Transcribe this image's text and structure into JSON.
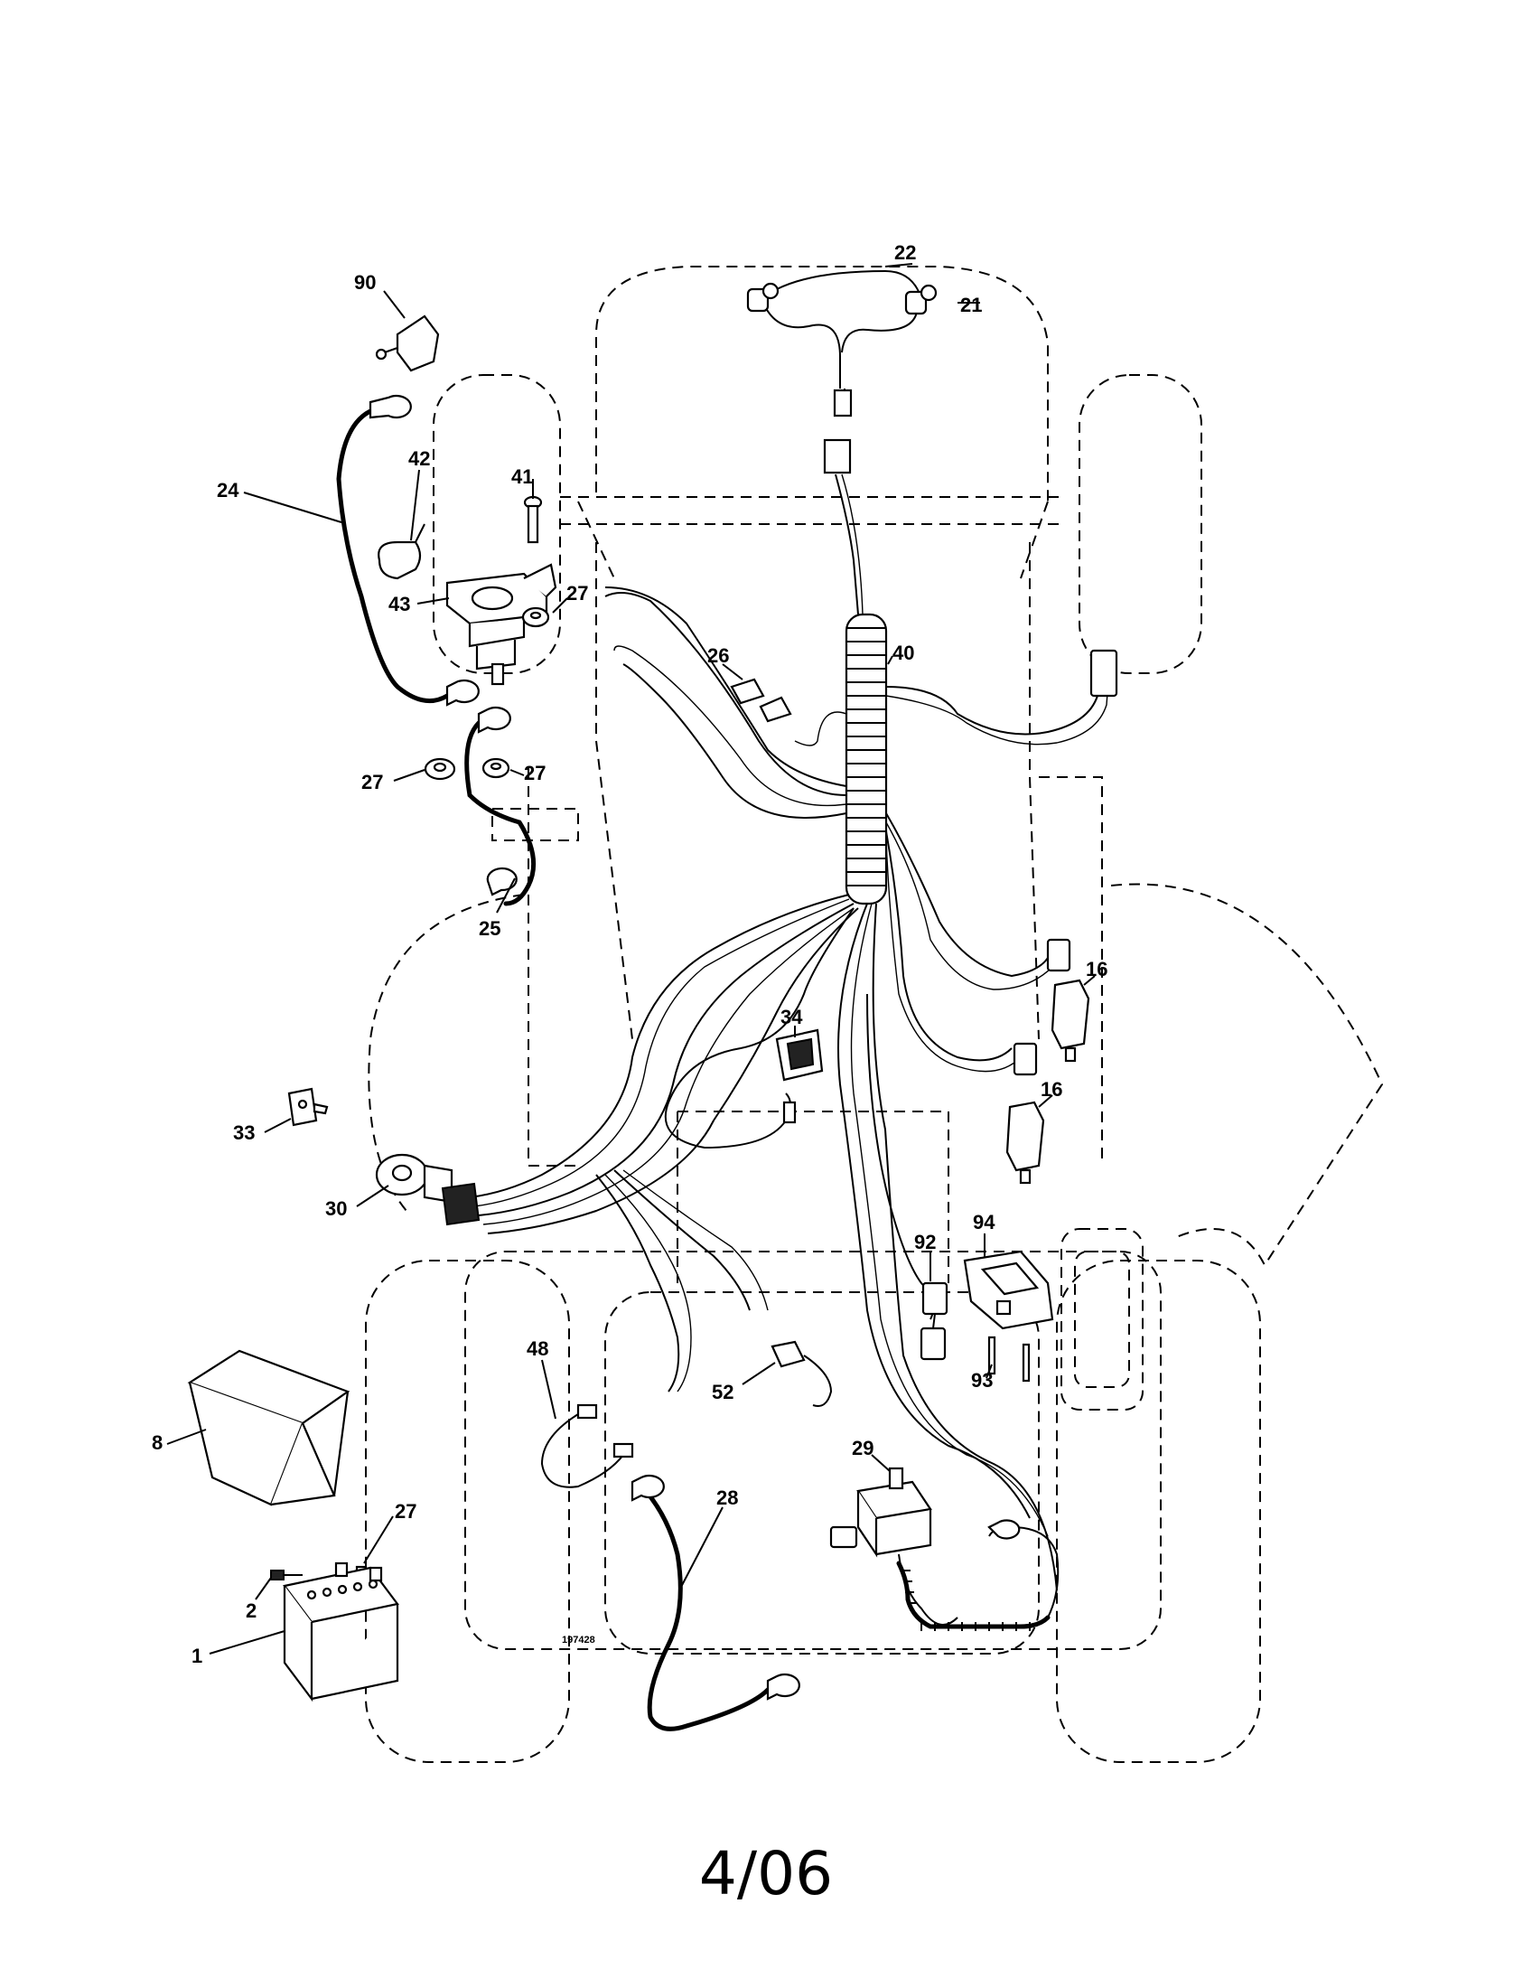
{
  "drawing_id": "197428",
  "page_date": "4/06",
  "callouts": [
    {
      "id": "c22",
      "label": "22"
    },
    {
      "id": "c21",
      "label": "21"
    },
    {
      "id": "c90",
      "label": "90"
    },
    {
      "id": "c42",
      "label": "42"
    },
    {
      "id": "c41",
      "label": "41"
    },
    {
      "id": "c24",
      "label": "24"
    },
    {
      "id": "c43",
      "label": "43"
    },
    {
      "id": "c27a",
      "label": "27"
    },
    {
      "id": "c26",
      "label": "26"
    },
    {
      "id": "c40",
      "label": "40"
    },
    {
      "id": "c27b",
      "label": "27"
    },
    {
      "id": "c27c",
      "label": "27"
    },
    {
      "id": "c25",
      "label": "25"
    },
    {
      "id": "c16a",
      "label": "16"
    },
    {
      "id": "c34",
      "label": "34"
    },
    {
      "id": "c16b",
      "label": "16"
    },
    {
      "id": "c33",
      "label": "33"
    },
    {
      "id": "c30",
      "label": "30"
    },
    {
      "id": "c92",
      "label": "92"
    },
    {
      "id": "c94",
      "label": "94"
    },
    {
      "id": "c48",
      "label": "48"
    },
    {
      "id": "c52",
      "label": "52"
    },
    {
      "id": "c93",
      "label": "93"
    },
    {
      "id": "c8",
      "label": "8"
    },
    {
      "id": "c29",
      "label": "29"
    },
    {
      "id": "c28",
      "label": "28"
    },
    {
      "id": "c27d",
      "label": "27"
    },
    {
      "id": "c2",
      "label": "2"
    },
    {
      "id": "c1",
      "label": "1"
    }
  ]
}
